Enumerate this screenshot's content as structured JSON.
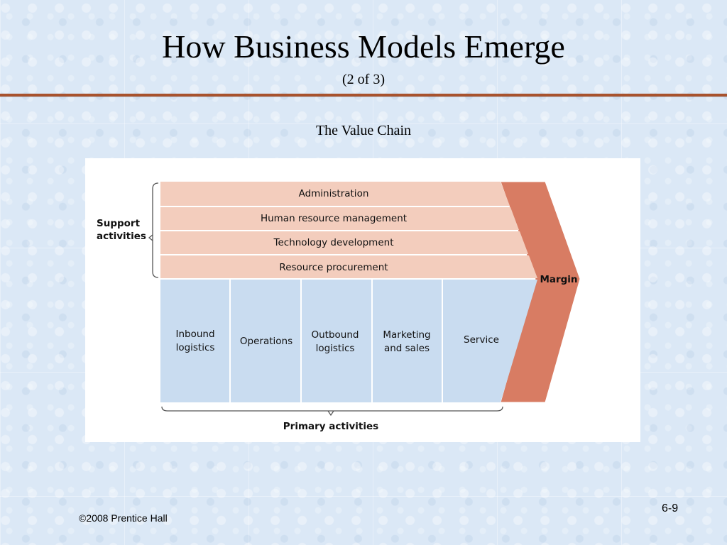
{
  "slide": {
    "title": "How Business Models Emerge",
    "subtitle": "(2 of 3)",
    "caption": "The Value Chain",
    "footer_copyright": "©2008 Prentice Hall",
    "page_number": "6-9"
  },
  "diagram": {
    "support_label_line1": "Support",
    "support_label_line2": "activities",
    "support_activities": [
      "Administration",
      "Human resource management",
      "Technology development",
      "Resource procurement"
    ],
    "primary_activities": [
      {
        "line1": "Inbound",
        "line2": "logistics"
      },
      {
        "line1": "Operations",
        "line2": ""
      },
      {
        "line1": "Outbound",
        "line2": "logistics"
      },
      {
        "line1": "Marketing",
        "line2": "and sales"
      },
      {
        "line1": "Service",
        "line2": ""
      }
    ],
    "margin_label": "Margin",
    "primary_label": "Primary activities",
    "colors": {
      "support_fill": "#f3cdbd",
      "primary_fill": "#c9dcf0",
      "margin_fill": "#d87c63",
      "title_rule": "#a8522d"
    }
  }
}
